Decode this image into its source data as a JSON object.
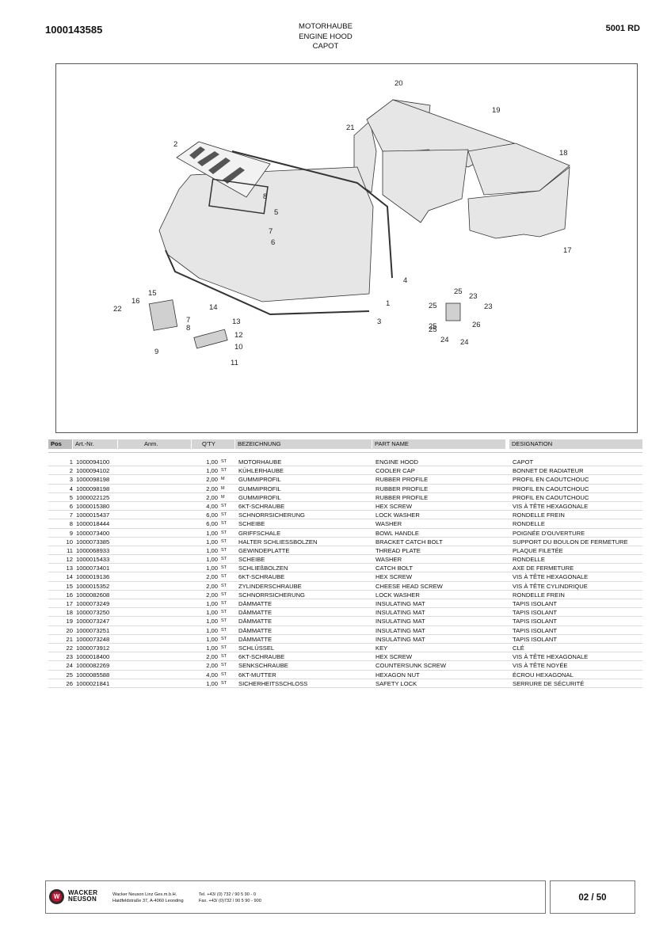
{
  "header": {
    "doc_number": "1000143585",
    "title_de": "MOTORHAUBE",
    "title_en": "ENGINE HOOD",
    "title_fr": "CAPOT",
    "model": "5001 RD"
  },
  "figure": {
    "callouts": [
      "20",
      "19",
      "21",
      "18",
      "17",
      "2",
      "5",
      "8",
      "7",
      "6",
      "4",
      "1",
      "3",
      "15",
      "16",
      "22",
      "9",
      "14",
      "7",
      "13",
      "8",
      "12",
      "10",
      "11",
      "25",
      "25",
      "23",
      "23",
      "25",
      "26",
      "25",
      "24",
      "24"
    ]
  },
  "columns": {
    "pos": "Pos",
    "art": "Art.-Nr.",
    "anm": "Anm.",
    "qty": "Q'TY",
    "de": "BEZEICHNUNG",
    "en": "PART NAME",
    "fr": "DESIGNATION"
  },
  "parts": [
    {
      "pos": "1",
      "art": "1000094100",
      "qty": "1,00",
      "unit": "ST",
      "de": "MOTORHAUBE",
      "en": "ENGINE HOOD",
      "fr": "CAPOT"
    },
    {
      "pos": "2",
      "art": "1000094102",
      "qty": "1,00",
      "unit": "ST",
      "de": "KÜHLERHAUBE",
      "en": "COOLER CAP",
      "fr": "BONNET DE RADIATEUR"
    },
    {
      "pos": "3",
      "art": "1000098198",
      "qty": "2,00",
      "unit": "M",
      "de": "GUMMIPROFIL",
      "en": "RUBBER PROFILE",
      "fr": "PROFIL EN CAOUTCHOUC"
    },
    {
      "pos": "4",
      "art": "1000098198",
      "qty": "2,00",
      "unit": "M",
      "de": "GUMMIPROFIL",
      "en": "RUBBER PROFILE",
      "fr": "PROFIL EN CAOUTCHOUC"
    },
    {
      "pos": "5",
      "art": "1000022125",
      "qty": "2,00",
      "unit": "M",
      "de": "GUMMIPROFIL",
      "en": "RUBBER PROFILE",
      "fr": "PROFIL EN CAOUTCHOUC"
    },
    {
      "pos": "6",
      "art": "1000015380",
      "qty": "4,00",
      "unit": "ST",
      "de": "6KT-SCHRAUBE",
      "en": "HEX SCREW",
      "fr": "VIS À TÊTE HEXAGONALE"
    },
    {
      "pos": "7",
      "art": "1000015437",
      "qty": "6,00",
      "unit": "ST",
      "de": "SCHNORRSICHERUNG",
      "en": "LOCK WASHER",
      "fr": "RONDELLE FREIN"
    },
    {
      "pos": "8",
      "art": "1000018444",
      "qty": "6,00",
      "unit": "ST",
      "de": "SCHEIBE",
      "en": "WASHER",
      "fr": "RONDELLE"
    },
    {
      "pos": "9",
      "art": "1000073400",
      "qty": "1,00",
      "unit": "ST",
      "de": "GRIFFSCHALE",
      "en": "BOWL HANDLE",
      "fr": "POIGNÉE D'OUVERTURE"
    },
    {
      "pos": "10",
      "art": "1000073385",
      "qty": "1,00",
      "unit": "ST",
      "de": "HALTER SCHLIESSBOLZEN",
      "en": "BRACKET CATCH BOLT",
      "fr": "SUPPORT DU BOULON DE FERMETURE"
    },
    {
      "pos": "11",
      "art": "1000068933",
      "qty": "1,00",
      "unit": "ST",
      "de": "GEWINDEPLATTE",
      "en": "THREAD PLATE",
      "fr": "PLAQUE FILETÉE"
    },
    {
      "pos": "12",
      "art": "1000015433",
      "qty": "1,00",
      "unit": "ST",
      "de": "SCHEIBE",
      "en": "WASHER",
      "fr": "RONDELLE"
    },
    {
      "pos": "13",
      "art": "1000073401",
      "qty": "1,00",
      "unit": "ST",
      "de": "SCHLIEßBOLZEN",
      "en": "CATCH BOLT",
      "fr": "AXE DE FERMETURE"
    },
    {
      "pos": "14",
      "art": "1000019136",
      "qty": "2,00",
      "unit": "ST",
      "de": "6KT-SCHRAUBE",
      "en": "HEX SCREW",
      "fr": "VIS À TÊTE HEXAGONALE"
    },
    {
      "pos": "15",
      "art": "1000015352",
      "qty": "2,00",
      "unit": "ST",
      "de": "ZYLINDERSCHRAUBE",
      "en": "CHEESE HEAD SCREW",
      "fr": "VIS À TÊTE CYLINDRIQUE"
    },
    {
      "pos": "16",
      "art": "1000082608",
      "qty": "2,00",
      "unit": "ST",
      "de": "SCHNORRSICHERUNG",
      "en": "LOCK WASHER",
      "fr": "RONDELLE FREIN"
    },
    {
      "pos": "17",
      "art": "1000073249",
      "qty": "1,00",
      "unit": "ST",
      "de": "DÄMMATTE",
      "en": "INSULATING MAT",
      "fr": "TAPIS ISOLANT"
    },
    {
      "pos": "18",
      "art": "1000073250",
      "qty": "1,00",
      "unit": "ST",
      "de": "DÄMMATTE",
      "en": "INSULATING MAT",
      "fr": "TAPIS ISOLANT"
    },
    {
      "pos": "19",
      "art": "1000073247",
      "qty": "1,00",
      "unit": "ST",
      "de": "DÄMMATTE",
      "en": "INSULATING MAT",
      "fr": "TAPIS ISOLANT"
    },
    {
      "pos": "20",
      "art": "1000073251",
      "qty": "1,00",
      "unit": "ST",
      "de": "DÄMMATTE",
      "en": "INSULATING MAT",
      "fr": "TAPIS ISOLANT"
    },
    {
      "pos": "21",
      "art": "1000073248",
      "qty": "1,00",
      "unit": "ST",
      "de": "DÄMMATTE",
      "en": "INSULATING MAT",
      "fr": "TAPIS ISOLANT"
    },
    {
      "pos": "22",
      "art": "1000073912",
      "qty": "1,00",
      "unit": "ST",
      "de": "SCHLÜSSEL",
      "en": "KEY",
      "fr": "CLÉ"
    },
    {
      "pos": "23",
      "art": "1000018400",
      "qty": "2,00",
      "unit": "ST",
      "de": "6KT-SCHRAUBE",
      "en": "HEX SCREW",
      "fr": "VIS À TÊTE HEXAGONALE"
    },
    {
      "pos": "24",
      "art": "1000082269",
      "qty": "2,00",
      "unit": "ST",
      "de": "SENKSCHRAUBE",
      "en": "COUNTERSUNK SCREW",
      "fr": "VIS À TÊTE NOYÉE"
    },
    {
      "pos": "25",
      "art": "1000085588",
      "qty": "4,00",
      "unit": "ST",
      "de": "6KT-MUTTER",
      "en": "HEXAGON NUT",
      "fr": "ÉCROU HEXAGONAL"
    },
    {
      "pos": "26",
      "art": "1000021841",
      "qty": "1,00",
      "unit": "ST",
      "de": "SICHERHEITSSCHLOSS",
      "en": "SAFETY LOCK",
      "fr": "SERRURE DE SÉCURITÉ"
    }
  ],
  "footer": {
    "logo_line1": "WACKER",
    "logo_line2": "NEUSON",
    "logo_mark": "W",
    "company": "Wacker Neuson Linz  Ges.m.b.H.",
    "address": "Haidfeldstraße 37, A-4060 Leonding",
    "tel": "Tel. +43/ (0) 732 / 90 5 90 - 0",
    "fax": "Fax. +43/ (0)732 / 90 5 90 - 900",
    "page": "02 / 50"
  }
}
